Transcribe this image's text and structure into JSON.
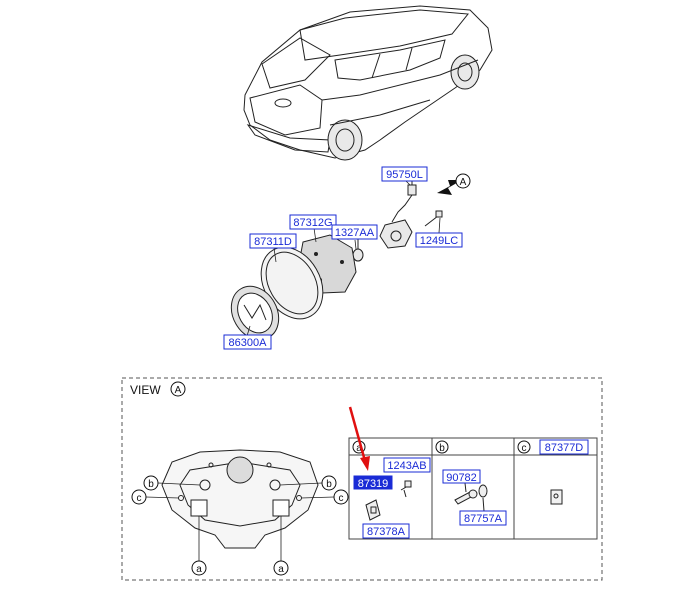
{
  "parts": {
    "p95750L": "95750L",
    "p87312G": "87312G",
    "p1327AA": "1327AA",
    "p87311D": "87311D",
    "p1249LC": "1249LC",
    "p86300A": "86300A",
    "p1243AB": "1243AB",
    "p87319": "87319",
    "p87378A": "87378A",
    "p90782": "90782",
    "p87757A": "87757A",
    "p87377D": "87377D"
  },
  "callouts": {
    "a": "a",
    "b": "b",
    "c": "c",
    "A": "A"
  },
  "view": {
    "label": "VIEW"
  },
  "colors": {
    "label_blue": "#1a2bd6",
    "arrow_red": "#e01010",
    "highlight": "#1a2bd6"
  }
}
